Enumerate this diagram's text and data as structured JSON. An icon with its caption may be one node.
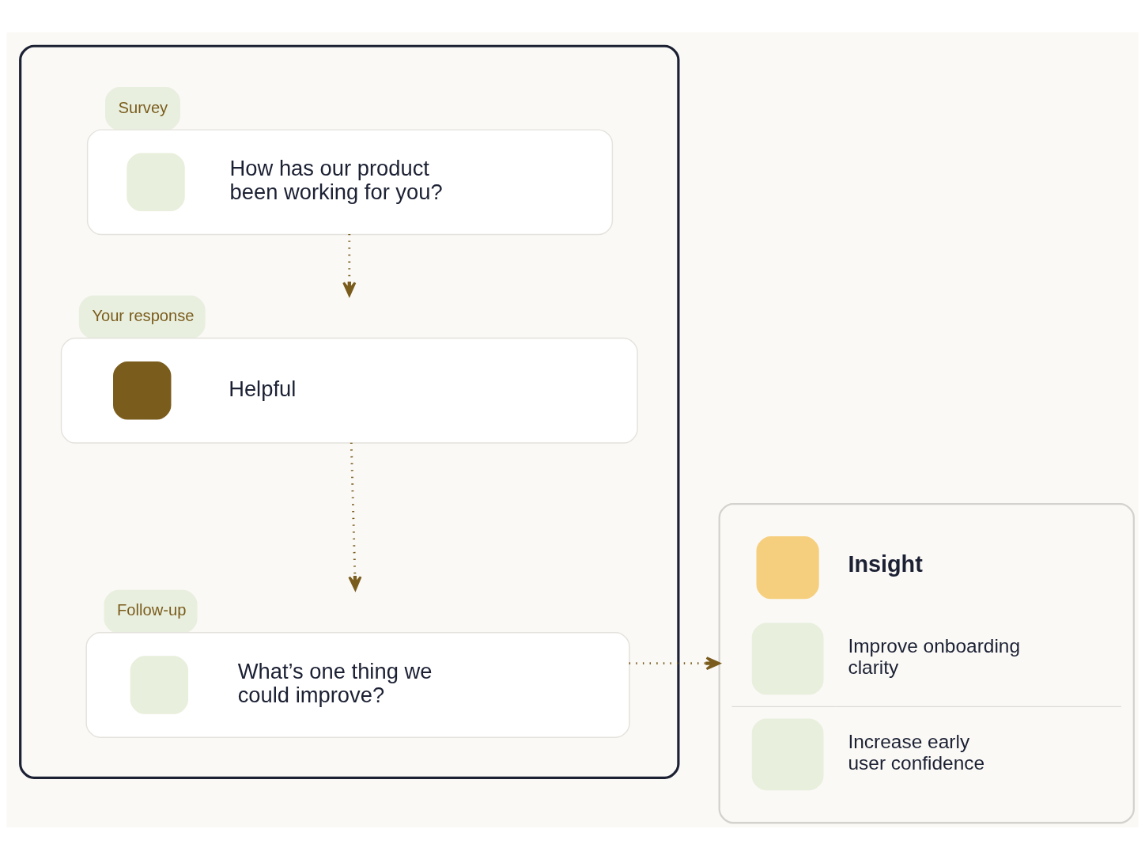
{
  "diagram": {
    "nodes": [
      {
        "text": [],
        "shape": "box"
      },
      {
        "text": [
          "Survey",
          "How has our product been working for you?"
        ],
        "in": 0
      },
      {
        "text": [
          "Your response",
          "Helpful"
        ],
        "in": 0
      },
      {
        "text": [
          "Follow-up",
          "What’s one thing we could improve?"
        ],
        "in": 0
      },
      {
        "text": [
          "Insight",
          "Improve onboarding clarity",
          "Increase early user confidence"
        ]
      }
    ],
    "edges": [
      {
        "from": 1,
        "to": 2,
        "arrow": "to",
        "style": "dashed"
      },
      {
        "from": 2,
        "to": 3,
        "arrow": "to",
        "style": "dashed"
      },
      {
        "from": 3,
        "to": 4,
        "arrow": "to",
        "style": "dashed"
      }
    ]
  }
}
